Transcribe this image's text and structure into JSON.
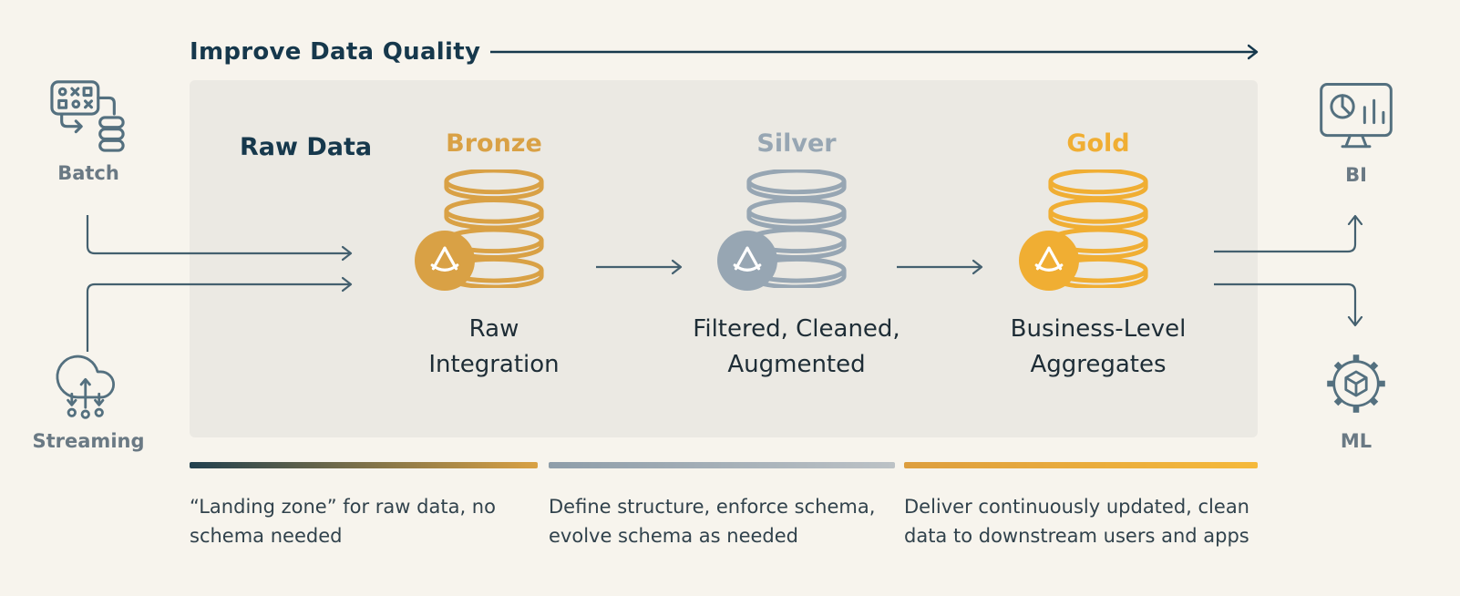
{
  "title": "Improve Data Quality",
  "sources": [
    {
      "label": "Batch"
    },
    {
      "label": "Streaming"
    }
  ],
  "panel": {
    "raw_data_label": "Raw Data"
  },
  "stages": [
    {
      "name": "Bronze",
      "desc_lines": [
        "Raw",
        "Integration"
      ],
      "color": "#D9A145"
    },
    {
      "name": "Silver",
      "desc_lines": [
        "Filtered, Cleaned,",
        "Augmented"
      ],
      "color": "#97A6B3"
    },
    {
      "name": "Gold",
      "desc_lines": [
        "Business-Level",
        "Aggregates"
      ],
      "color": "#F0AE33"
    }
  ],
  "destinations": [
    {
      "label": "BI"
    },
    {
      "label": "ML"
    }
  ],
  "footnotes": [
    {
      "line1": "“Landing zone” for raw data, no",
      "line2": "schema needed"
    },
    {
      "line1": "Define structure, enforce schema,",
      "line2": "evolve schema as needed"
    },
    {
      "line1": "Deliver continuously updated, clean",
      "line2": "data to downstream users and apps"
    }
  ],
  "bars": [
    {
      "from": "#21404E",
      "to": "#D9A144"
    },
    {
      "from": "#8E9DA9",
      "to": "#BCC2C6"
    },
    {
      "from": "#DD9E3E",
      "to": "#F5B93B"
    }
  ],
  "colors": {
    "background": "#F7F4ED",
    "panel": "#EBE9E3",
    "navy": "#16384C",
    "arrow": "#44606F",
    "icon": "#54707F",
    "label": "#6A7984",
    "text": "#1E2D36",
    "footnote": "#31424C"
  }
}
